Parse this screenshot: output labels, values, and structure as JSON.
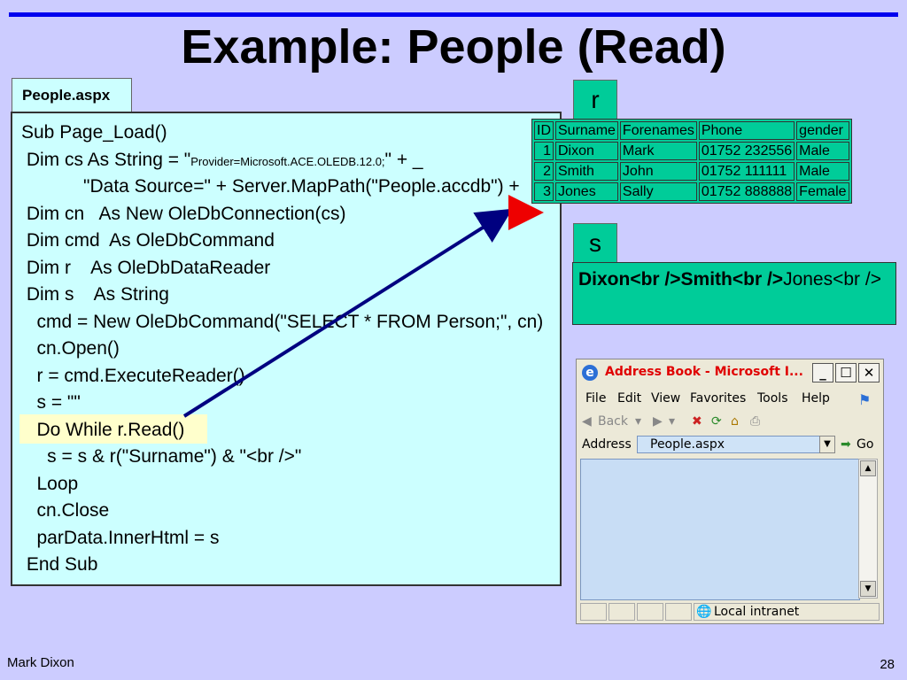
{
  "slide": {
    "title": "Example: People (Read)",
    "footer_author": "Mark Dixon",
    "page_number": "28",
    "accent_color": "#0000ee",
    "background_color": "#ccccff"
  },
  "code_panel": {
    "tab_label": "People.aspx",
    "lines": [
      "Sub Page_Load()",
      " Dim cs As String = \"",
      "Provider=Microsoft.ACE.OLEDB.12.0;",
      "\" + _",
      "            \"Data Source=\" + Server.MapPath(\"People.accdb\") +",
      " Dim cn   As New OleDbConnection(cs)",
      " Dim cmd  As OleDbCommand",
      " Dim r    As OleDbDataReader",
      " Dim s    As String",
      "   cmd = New OleDbCommand(\"SELECT * FROM Person;\", cn)",
      "   cn.Open()",
      "   r = cmd.ExecuteReader()",
      "   s = \"\"",
      "   Do While r.Read()",
      "     s = s & r(\"Surname\") & \"<br />\"",
      "   Loop",
      "   cn.Close",
      "   parData.InnerHtml = s",
      " End Sub"
    ]
  },
  "r_box": {
    "label": "r",
    "columns": [
      "ID",
      "Surname",
      "Forenames",
      "Phone",
      "gender"
    ],
    "rows": [
      [
        "1",
        "Dixon",
        "Mark",
        "01752 232556",
        "Male"
      ],
      [
        "2",
        "Smith",
        "John",
        "01752 111111",
        "Male"
      ],
      [
        "3",
        "Jones",
        "Sally",
        "01752 888888",
        "Female"
      ]
    ]
  },
  "s_box": {
    "label": "s",
    "value_bold": "Dixon<br />Smith<br />",
    "value_rest": "Jones<br />"
  },
  "browser": {
    "title": "Address Book - Microsoft I...",
    "menu": [
      "File",
      "Edit",
      "View",
      "Favorites",
      "Tools",
      "Help"
    ],
    "back_label": "Back",
    "address_label": "Address",
    "address_value": "People.aspx",
    "go_label": "Go",
    "status_zone": "Local intranet"
  }
}
